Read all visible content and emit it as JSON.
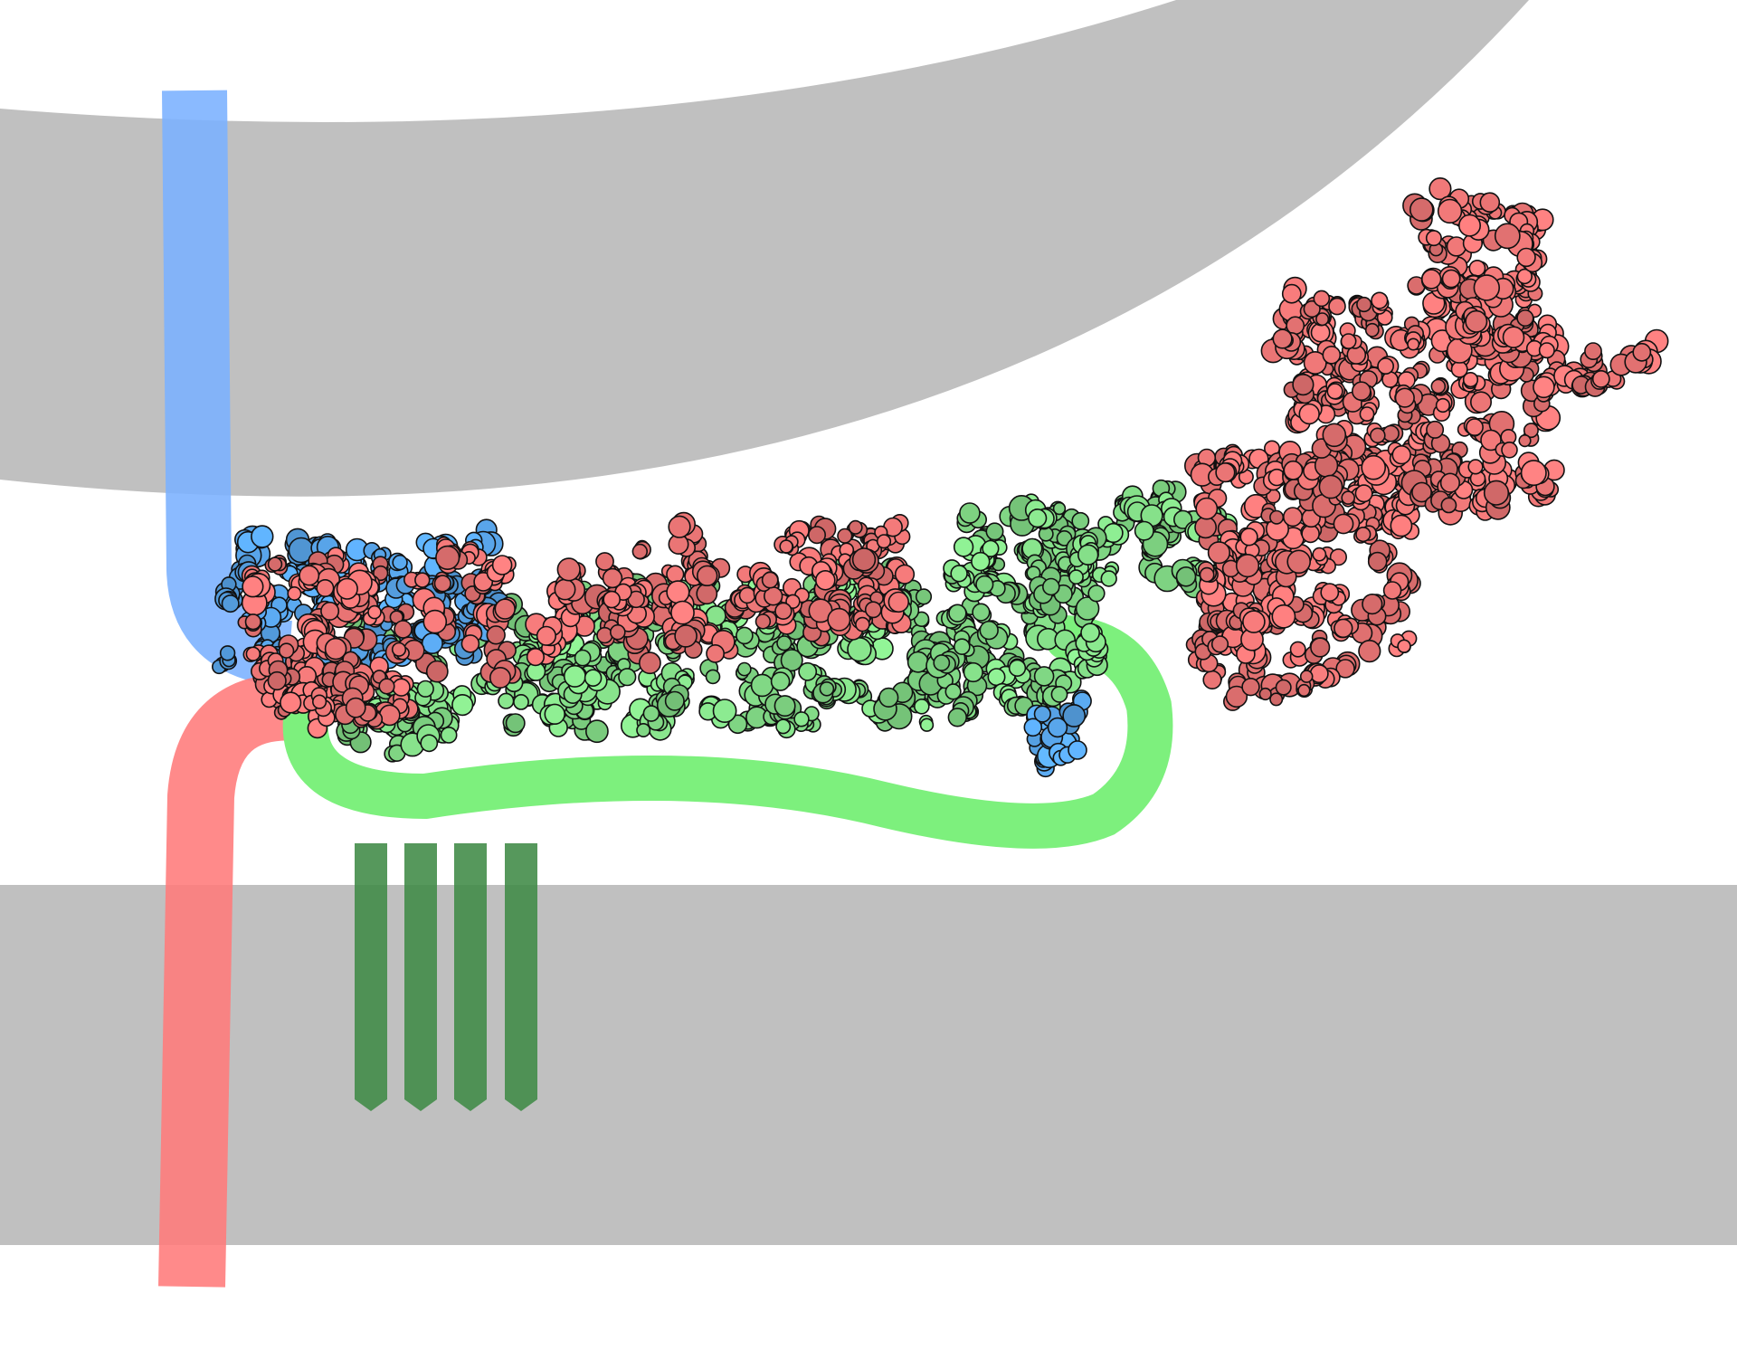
{
  "colors": {
    "background": "#ffffff",
    "membrane": "#c0c0c0",
    "red_chain": "#f07878",
    "red_chain_tube": "#ff7a7a",
    "blue_chain": "#5aa8ee",
    "blue_chain_tube": "#7ab0ff",
    "green_chain": "#86e08a",
    "green_chain_tube": "#7df07d",
    "anchor_helices": "#3f8a45",
    "outline": "#111111"
  },
  "components": {
    "membranes": [
      "upper-curved-membrane",
      "lower-flat-membrane"
    ],
    "chains": [
      "red-chain",
      "blue-chain",
      "green-chain"
    ],
    "anchors": {
      "type": "transmembrane-helices",
      "count": 4
    }
  }
}
